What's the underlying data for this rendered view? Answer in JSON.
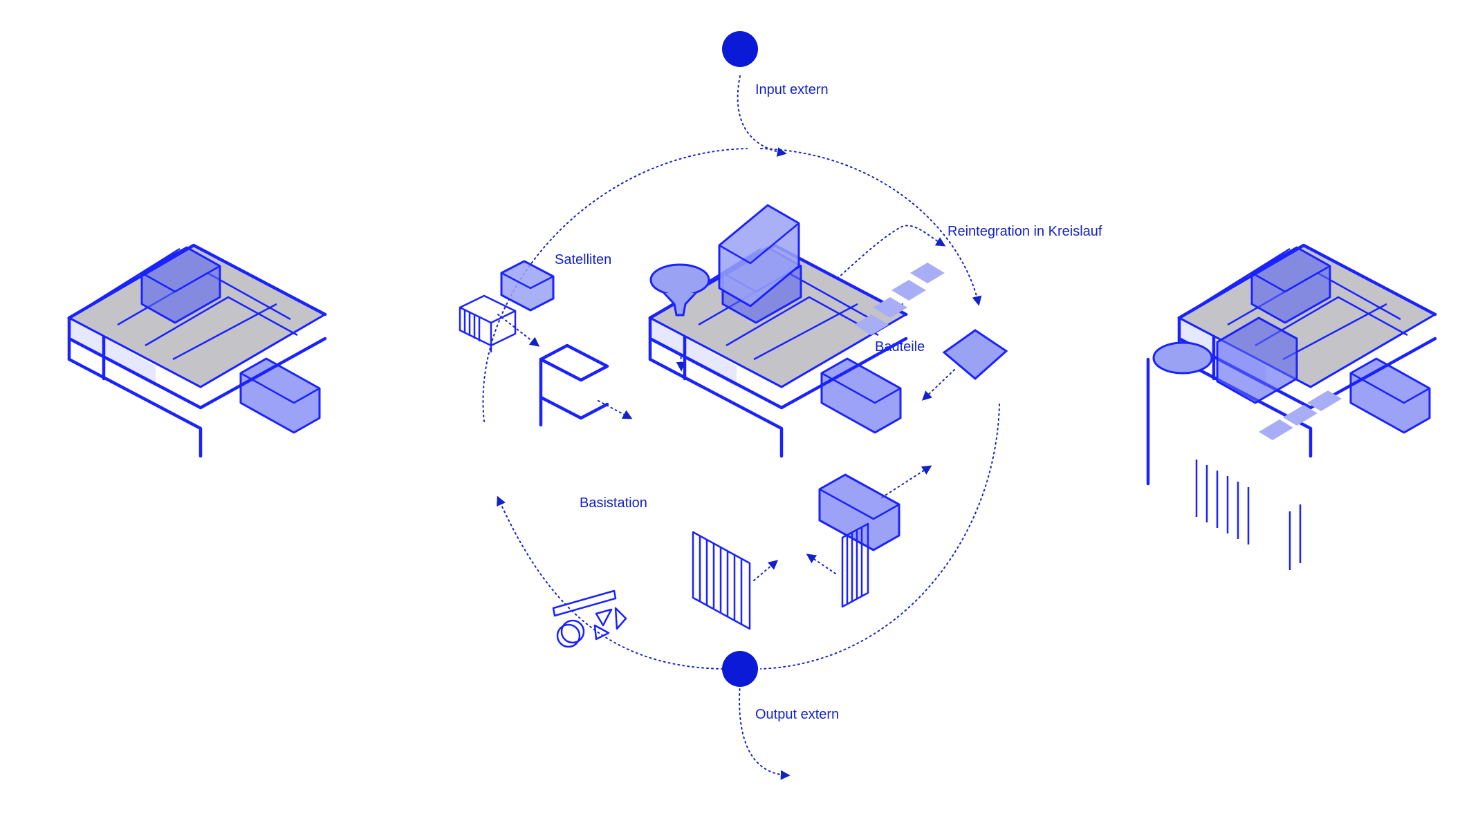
{
  "colors": {
    "accent": "#1a22ff",
    "label": "#1222c8",
    "node": "#0a1ad6",
    "roof": "#c4c4c8",
    "box": "#5a64f0"
  },
  "nodes": [
    {
      "name": "input"
    },
    {
      "name": "output"
    }
  ],
  "labels": {
    "input": "Input extern",
    "output": "Output extern",
    "reintegration": "Reintegration in Kreislauf",
    "satelliten": "Satelliten",
    "bauteile": "Bauteile",
    "basistation": "Basistation"
  }
}
